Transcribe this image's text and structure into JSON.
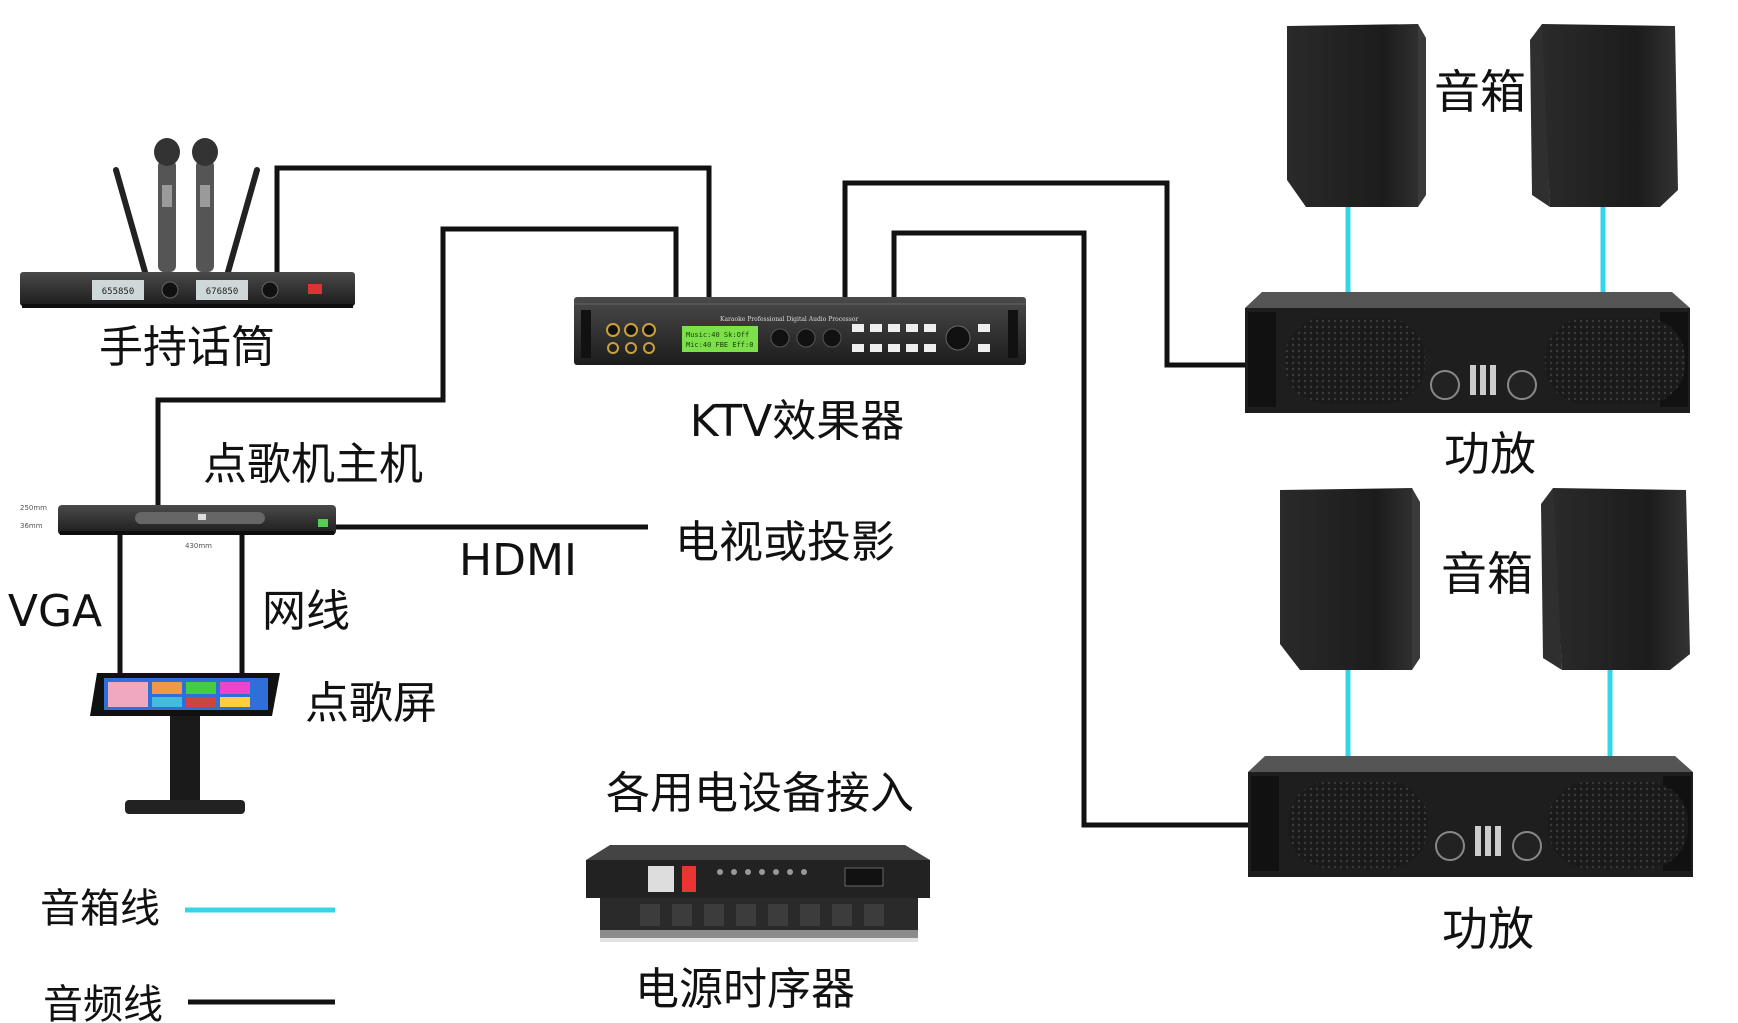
{
  "labels": {
    "mic": "手持话筒",
    "ktv_effector": "KTV效果器",
    "host": "点歌机主机",
    "tv": "电视或投影",
    "hdmi": "HDMI",
    "vga": "VGA",
    "network": "网线",
    "screen": "点歌屏",
    "speaker_top": "音箱",
    "speaker_bottom": "音箱",
    "amp_top": "功放",
    "amp_bottom": "功放",
    "spare_power": "各用电设备接入",
    "sequencer": "电源时序器"
  },
  "legend": {
    "speaker_cable": "音箱线",
    "audio_cable": "音频线"
  },
  "colors": {
    "speaker_cable": "#33d6e6",
    "audio_cable": "#111111",
    "lcd": "#7ce04a",
    "device": "#1c1c1c"
  },
  "device_text": {
    "effector_title": "Karaoke Professional Digital Audio Processor",
    "effector_lcd_1": "Music:40  Sk:Off",
    "effector_lcd_2": "Mic:40  FBE  Eff:0",
    "mic_display_1": "655850",
    "mic_display_2": "676850"
  }
}
